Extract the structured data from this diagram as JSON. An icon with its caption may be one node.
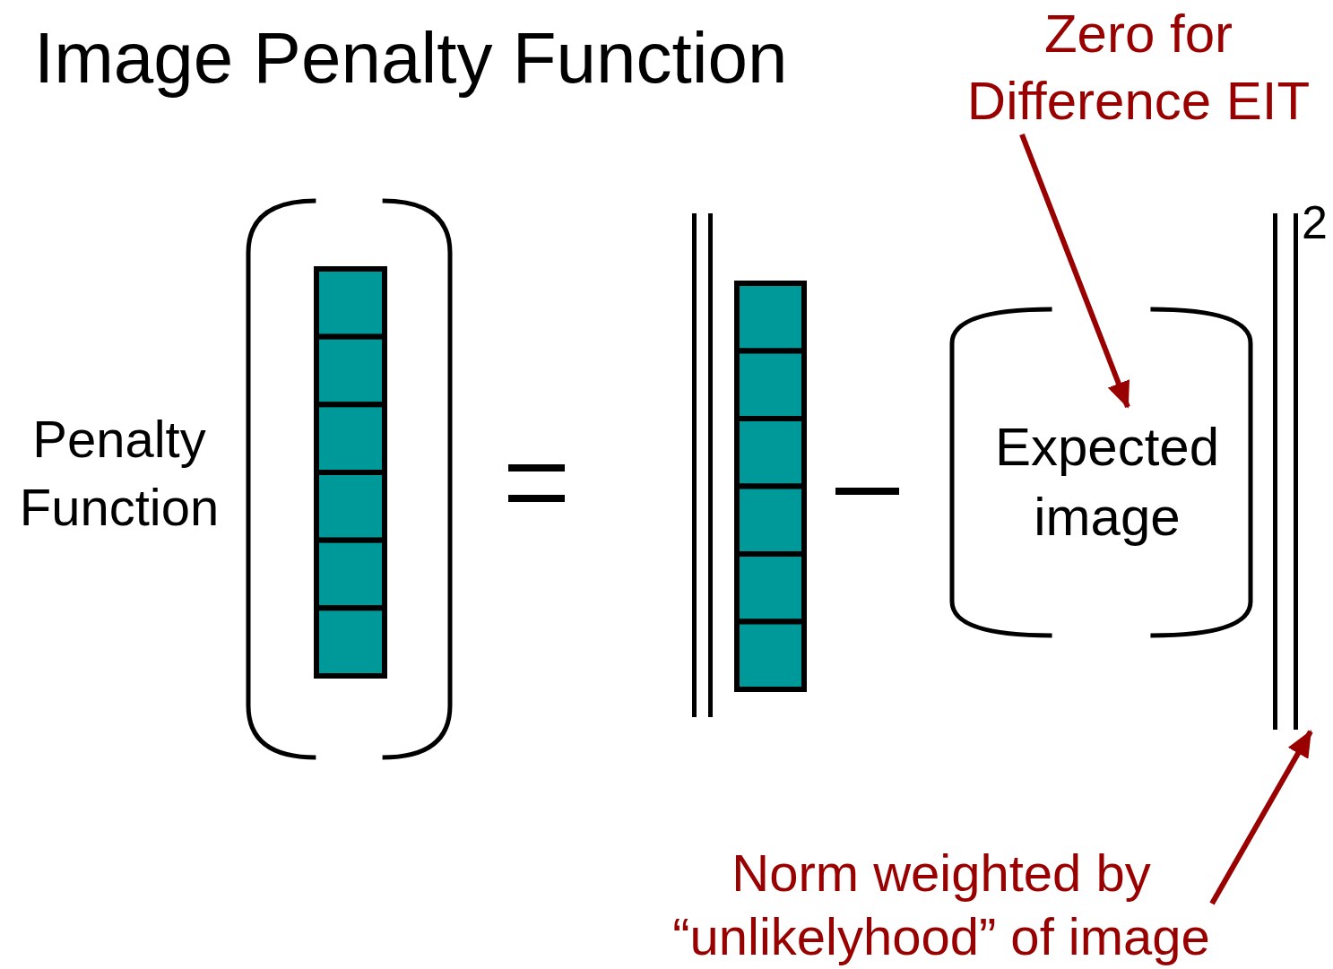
{
  "diagram": {
    "title": "Image Penalty Function",
    "nodes": [
      {
        "text": [
          "Zero for Difference EIT"
        ]
      },
      {
        "text": [
          "Expected image"
        ]
      },
      {
        "text": [
          "Norm weighted by “unlikelyhood” of image"
        ]
      },
      {
        "text": [],
        "shape": "bar"
      }
    ],
    "edges": [
      {
        "from": 0,
        "to": 1,
        "arrow": "to"
      },
      {
        "from": 2,
        "to": 3,
        "arrow": "to"
      }
    ],
    "labels": [
      "Penalty Function",
      "2"
    ]
  }
}
